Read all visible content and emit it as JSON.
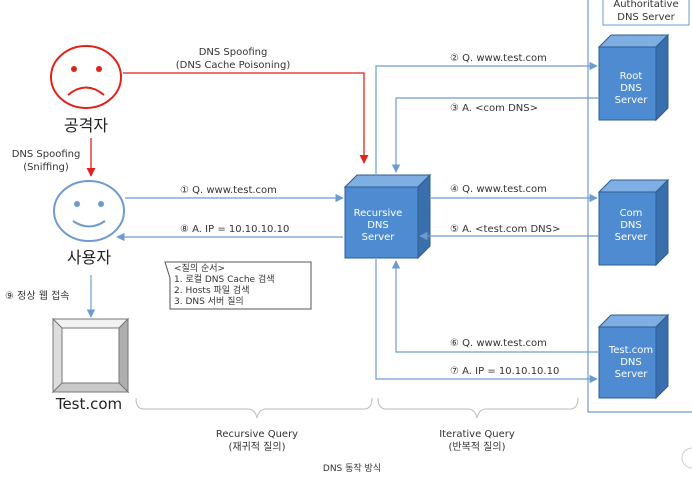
{
  "auth_box": {
    "line1": "Authoritative",
    "line2": "DNS Server"
  },
  "attacker": {
    "label": "공격자"
  },
  "user": {
    "label": "사용자"
  },
  "website": {
    "label": "Test.com"
  },
  "servers": {
    "recursive": {
      "line1": "Recursive",
      "line2": "DNS",
      "line3": "Server"
    },
    "root": {
      "line1": "Root",
      "line2": "DNS",
      "line3": "Server"
    },
    "com": {
      "line1": "Com",
      "line2": "DNS",
      "line3": "Server"
    },
    "testcom": {
      "line1": "Test.com",
      "line2": "DNS",
      "line3": "Server"
    }
  },
  "spoofing_cache": {
    "line1": "DNS Spoofing",
    "line2": "(DNS Cache Poisoning)"
  },
  "spoofing_sniff": {
    "line1": "DNS Spoofing",
    "line2": "(Sniffing)"
  },
  "arrows": {
    "step1": "① Q. www.test.com",
    "step2": "② Q. www.test.com",
    "step3": "③ A. <com DNS>",
    "step4": "④ Q. www.test.com",
    "step5": "⑤ A. <test.com DNS>",
    "step6": "⑥ Q. www.test.com",
    "step7": "⑦ A. IP = 10.10.10.10",
    "step8": "⑧ A. IP = 10.10.10.10",
    "step9": "⑨ 정상 웹 접속"
  },
  "query_order": {
    "title": "<질의 순서>",
    "items": [
      "1.   로컬 DNS Cache 검색",
      "2.   Hosts 파일 검색",
      "3.   DNS 서버 질의"
    ]
  },
  "recursive_query": {
    "line1": "Recursive Query",
    "line2": "(재귀적 질의)"
  },
  "iterative_query": {
    "line1": "Iterative Query",
    "line2": "(반복적 질의)"
  },
  "caption": "DNS 동작 방식",
  "colors": {
    "server_front": "#4F8BD0",
    "server_top": "#7FAEE2",
    "server_side": "#3A6FAE",
    "server_edge": "#2E5C92",
    "arrow_blue": "#6D9BD0",
    "arrow_red": "#E0221B",
    "face_red": "#E0221B",
    "face_blue": "#6D9BD0"
  },
  "icons": {
    "attacker": "sad-face-icon",
    "user": "smiley-face-icon",
    "website": "web-page-frame-icon",
    "server": "server-cube-icon"
  }
}
